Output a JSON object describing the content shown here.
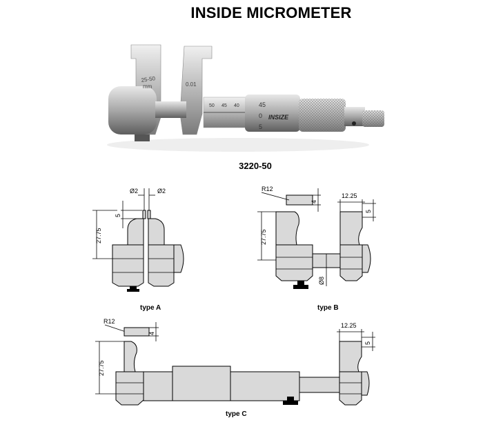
{
  "title": "INSIDE MICROMETER",
  "model": "3220-50",
  "photo": {
    "jaw_range_label": "25-50",
    "jaw_range_unit": "mm",
    "resolution_label": "0.01",
    "brand": "INSIZE",
    "sleeve_marks": [
      "50",
      "45",
      "40"
    ],
    "thimble_marks": [
      "45",
      "0",
      "5"
    ]
  },
  "type_a": {
    "caption": "type A",
    "dim_jaw_width_left": "Ø2",
    "dim_jaw_width_right": "Ø2",
    "dim_tip": "5",
    "dim_height": "27.75"
  },
  "type_b": {
    "caption": "type B",
    "dim_radius": "R12",
    "dim_thickness": "4",
    "dim_width": "12.25",
    "dim_tip": "5",
    "dim_height": "27.75",
    "dim_shaft": "Ø8"
  },
  "type_c": {
    "caption": "type C",
    "dim_radius": "R12",
    "dim_thickness": "4",
    "dim_width": "12.25",
    "dim_tip": "5",
    "dim_height": "27.75"
  }
}
